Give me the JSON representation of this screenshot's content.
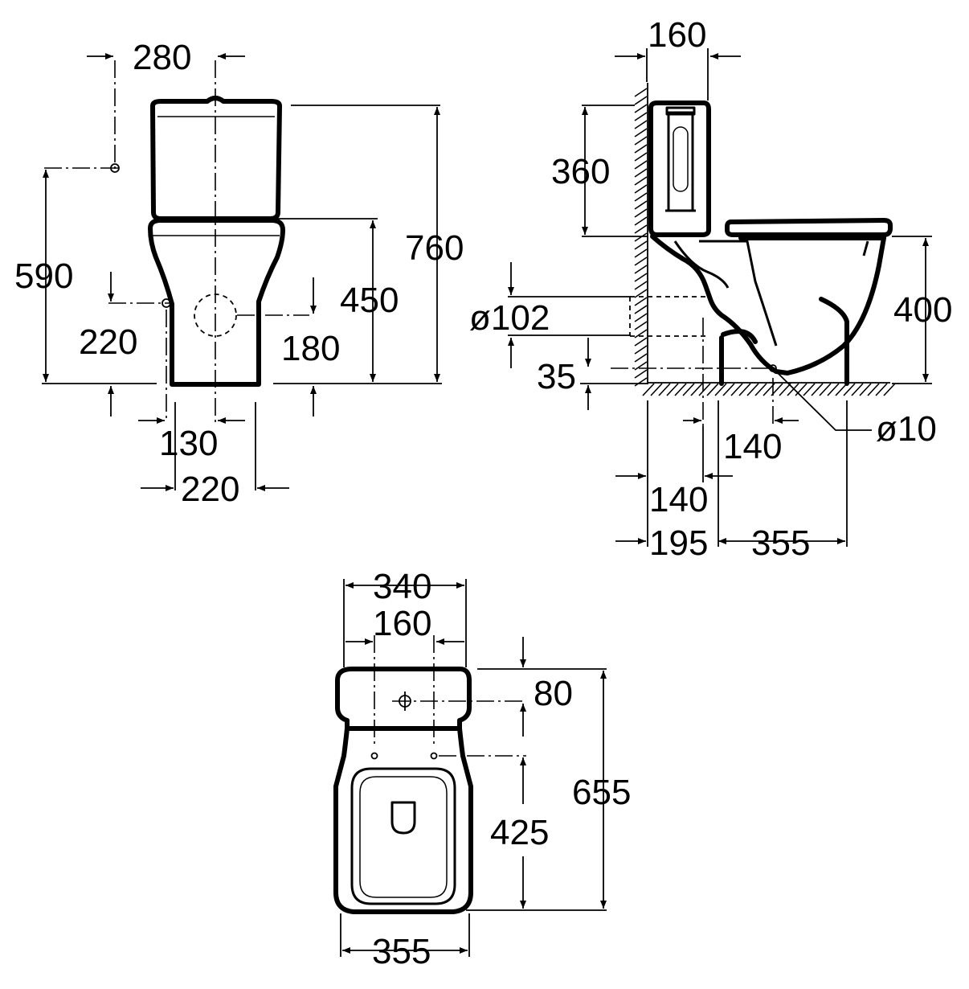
{
  "views": {
    "front": {
      "dims": {
        "d280": "280",
        "d760": "760",
        "d590": "590",
        "d450": "450",
        "d220a": "220",
        "d180": "180",
        "d130": "130",
        "d220b": "220"
      }
    },
    "side": {
      "dims": {
        "d160": "160",
        "d360": "360",
        "dpipe": "ø102",
        "d400": "400",
        "d35": "35",
        "dhole": "ø10",
        "d140a": "140",
        "d140b": "140",
        "d195": "195",
        "d355": "355"
      }
    },
    "top": {
      "dims": {
        "d340": "340",
        "d160": "160",
        "d80": "80",
        "d655": "655",
        "d425": "425",
        "d355": "355"
      }
    }
  }
}
